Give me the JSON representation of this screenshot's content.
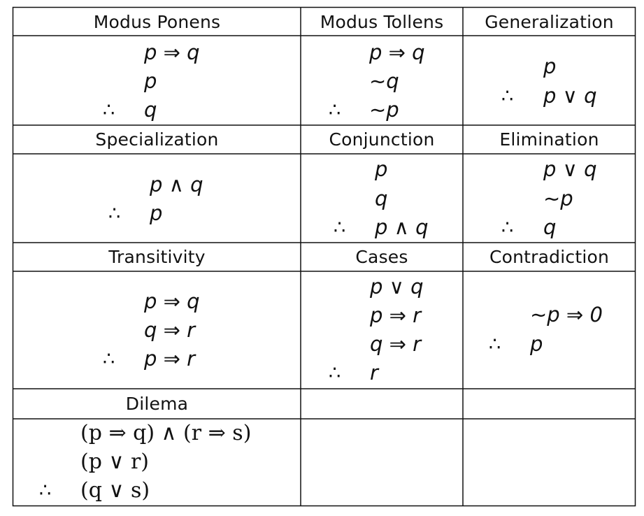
{
  "headers": {
    "r1": [
      "Modus Ponens",
      "Modus Tollens",
      "Generalization"
    ],
    "r2": [
      "Specialization",
      "Conjunction",
      "Elimination"
    ],
    "r3": [
      "Transitivity",
      "Cases",
      "Contradiction"
    ],
    "r4": [
      "Dilema",
      "",
      ""
    ]
  },
  "therefore_symbol": "∴",
  "rules": {
    "modus_ponens": {
      "premises": [
        "p ⇒ q",
        "p"
      ],
      "conclusion": "q"
    },
    "modus_tollens": {
      "premises": [
        "p ⇒ q",
        "∼q"
      ],
      "conclusion": "∼p"
    },
    "generalization": {
      "premises": [
        "p"
      ],
      "conclusion": "p ∨ q"
    },
    "specialization": {
      "premises": [
        "p ∧ q"
      ],
      "conclusion": "p"
    },
    "conjunction": {
      "premises": [
        "p",
        "q"
      ],
      "conclusion": "p ∧ q"
    },
    "elimination": {
      "premises": [
        "p ∨ q",
        "∼p"
      ],
      "conclusion": "q"
    },
    "transitivity": {
      "premises": [
        "p ⇒ q",
        "q ⇒ r"
      ],
      "conclusion": "p ⇒ r"
    },
    "cases": {
      "premises": [
        "p ∨ q",
        "p ⇒ r",
        "q ⇒ r"
      ],
      "conclusion": "r"
    },
    "contradiction": {
      "premises": [
        "∼p ⇒ 0"
      ],
      "conclusion": "p"
    },
    "dilema": {
      "premises": [
        "(p ⇒ q) ∧ (r ⇒ s)",
        "(p ∨ r)"
      ],
      "conclusion": "(q ∨ s)"
    }
  }
}
